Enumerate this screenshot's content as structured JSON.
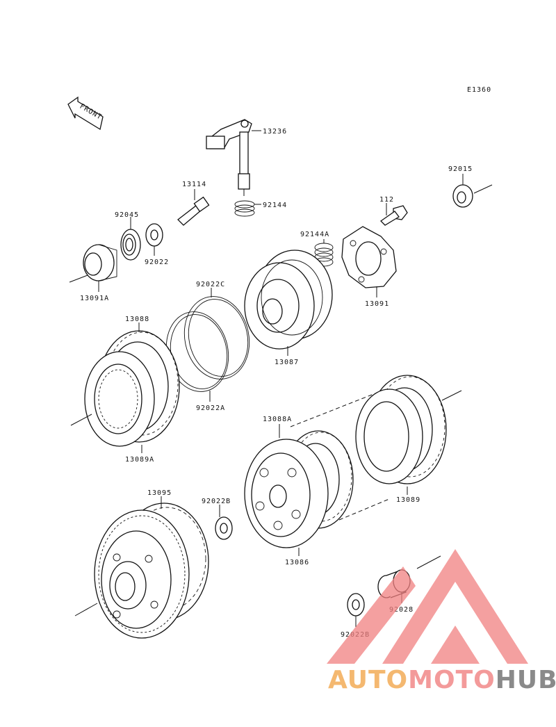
{
  "diagram_code": "E1360",
  "front_arrow": {
    "label": "FRONT"
  },
  "part_labels": {
    "p13236": "13236",
    "p13114": "13114",
    "p92144": "92144",
    "p92045": "92045",
    "p92022": "92022",
    "p13091A": "13091A",
    "p92144A": "92144A",
    "p112": "112",
    "p92015": "92015",
    "p13091": "13091",
    "p92022C": "92022C",
    "p13087": "13087",
    "p13088": "13088",
    "p92022A": "92022A",
    "p13089A": "13089A",
    "p13088A": "13088A",
    "p13089": "13089",
    "p13095": "13095",
    "p92022B_top": "92022B",
    "p13086": "13086",
    "p92028": "92028",
    "p92022B_bottom": "92022B"
  },
  "watermark": {
    "part1": "AUTO",
    "part2": "MOTO",
    "part3": "HUB",
    "colors": {
      "part1": "#f4b870",
      "part2": "#f39a9a",
      "part3": "#8a8a8a",
      "logo": "#f08080"
    }
  }
}
